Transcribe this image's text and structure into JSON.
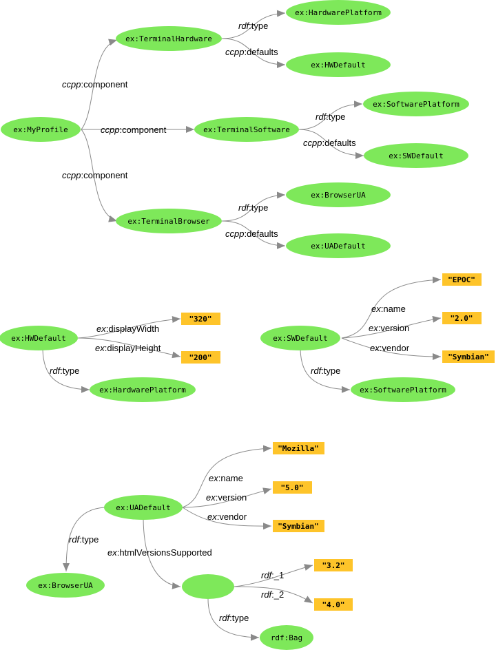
{
  "labels": {
    "ex_myprofile": "ex:MyProfile",
    "ex_terminalhardware": "ex:TerminalHardware",
    "ex_terminalsoftware": "ex:TerminalSoftware",
    "ex_terminalbrowser": "ex:TerminalBrowser",
    "ex_hardwareplatform": "ex:HardwarePlatform",
    "ex_hwdefault": "ex:HWDefault",
    "ex_softwareplatform": "ex:SoftwarePlatform",
    "ex_swdefault": "ex:SWDefault",
    "ex_browserua": "ex:BrowserUA",
    "ex_uadefault": "ex:UADefault",
    "rdf_bag": "rdf:Bag",
    "lit_320": "\"320\"",
    "lit_200": "\"200\"",
    "lit_epoc": "\"EPOC\"",
    "lit_20": "\"2.0\"",
    "lit_symbian": "\"Symbian\"",
    "lit_mozilla": "\"Mozilla\"",
    "lit_50": "\"5.0\"",
    "lit_32": "\"3.2\"",
    "lit_40": "\"4.0\""
  },
  "edges": {
    "ccpp_component": {
      "prefix": "ccpp",
      "local": ":component"
    },
    "rdf_type": {
      "prefix": "rdf",
      "local": ":type"
    },
    "ccpp_defaults": {
      "prefix": "ccpp",
      "local": ":defaults"
    },
    "ex_displaywidth": {
      "prefix": "ex",
      "local": ":displayWidth"
    },
    "ex_displayheight": {
      "prefix": "ex",
      "local": ":displayHeight"
    },
    "ex_name": {
      "prefix": "ex",
      "local": ":name"
    },
    "ex_version": {
      "prefix": "ex",
      "local": ":version"
    },
    "ex_vendor": {
      "prefix": "ex",
      "local": ":vendor"
    },
    "ex_htmlversions": {
      "prefix": "ex",
      "local": ":htmlVersionsSupported"
    },
    "rdf_1": {
      "prefix": "rdf",
      "local": ":_1"
    },
    "rdf_2": {
      "prefix": "rdf",
      "local": ":_2"
    }
  },
  "colors": {
    "resource_node": "#7ee85a",
    "literal_node": "#fec42a",
    "edge": "#8a8a8a"
  }
}
